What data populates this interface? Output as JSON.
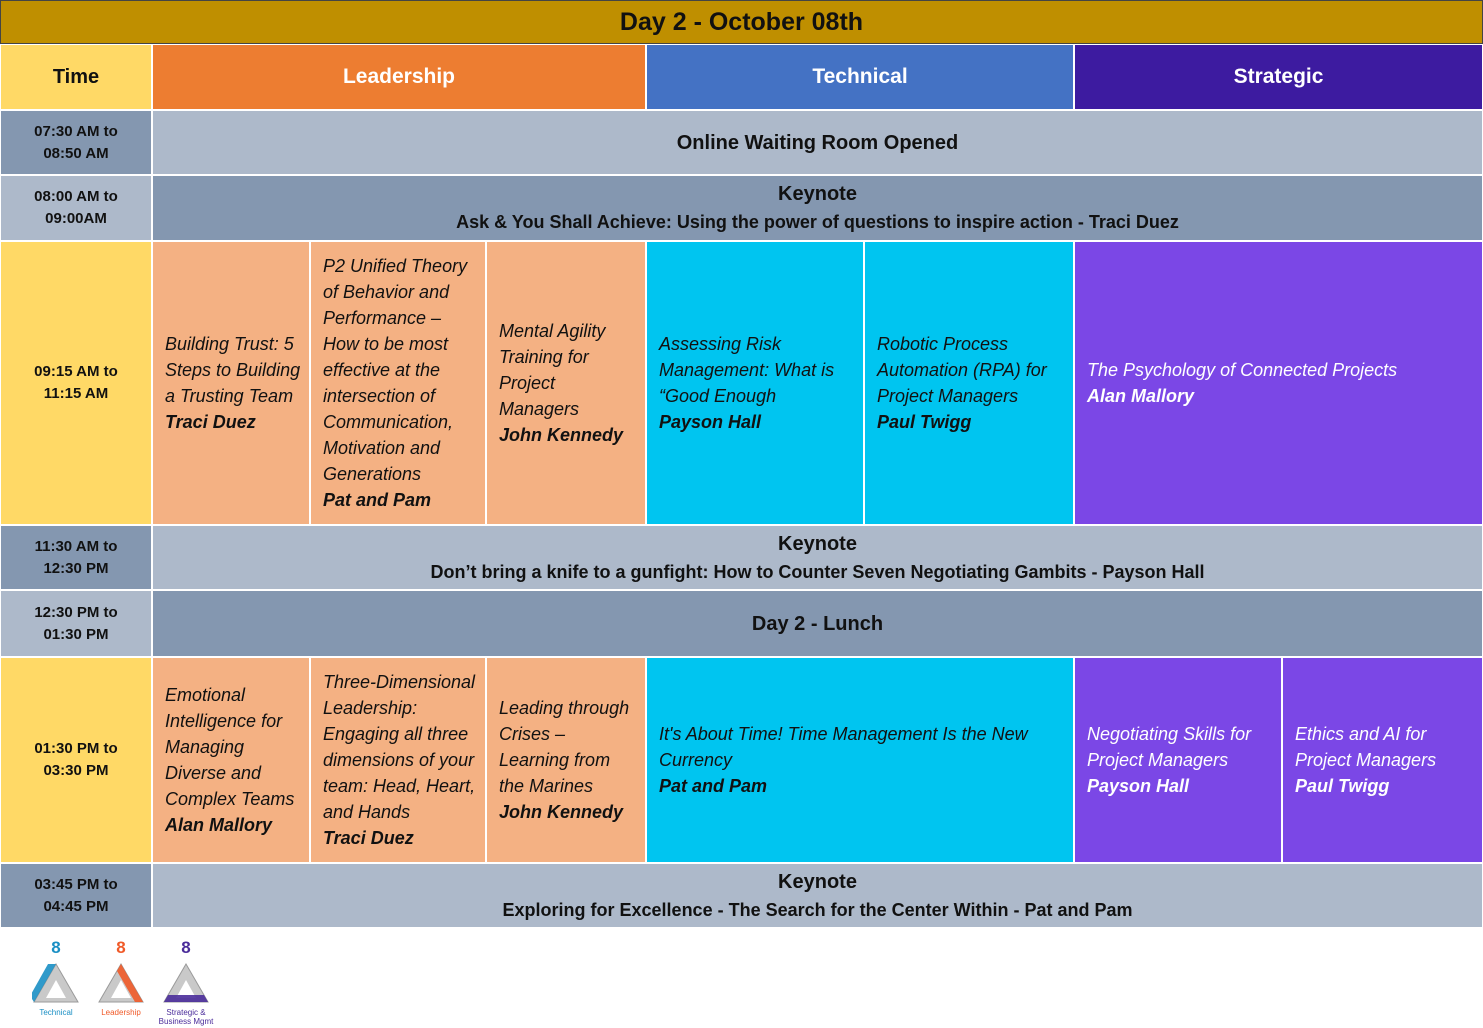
{
  "title": "Day 2 - October 08th",
  "headers": {
    "time": "Time",
    "leadership": "Leadership",
    "technical": "Technical",
    "strategic": "Strategic"
  },
  "rows": {
    "r1": {
      "time_start": "07:30 AM to",
      "time_end": "08:50 AM",
      "title": "Online Waiting Room Opened"
    },
    "r2": {
      "time_start": "08:00 AM to",
      "time_end": "09:00AM",
      "title": "Keynote",
      "subtitle": "Ask & You Shall Achieve: Using the power of questions to inspire action - Traci Duez"
    },
    "r3": {
      "time_start": "09:15 AM to",
      "time_end": "11:15 AM",
      "sessions": [
        {
          "title": "Building Trust: 5 Steps to Building a Trusting Team",
          "speaker": "Traci Duez"
        },
        {
          "title": "P2 Unified Theory of Behavior and Performance – How to be most effective at the intersection of Communication, Motivation and Generations",
          "speaker": "Pat and Pam"
        },
        {
          "title": "Mental Agility Training for Project Managers",
          "speaker": "John Kennedy"
        },
        {
          "title": "Assessing Risk Management: What is “Good Enough",
          "speaker": "Payson Hall"
        },
        {
          "title": "Robotic Process Automation (RPA) for Project Managers",
          "speaker": "Paul Twigg"
        },
        {
          "title": "The Psychology of Connected Projects",
          "speaker": "Alan Mallory"
        }
      ]
    },
    "r4": {
      "time_start": "11:30 AM to",
      "time_end": "12:30 PM",
      "title": "Keynote",
      "subtitle": "Don’t bring a knife to a gunfight: How to Counter Seven Negotiating Gambits - Payson Hall"
    },
    "r5": {
      "time_start": "12:30 PM to",
      "time_end": "01:30 PM",
      "title": "Day 2 - Lunch"
    },
    "r6": {
      "time_start": "01:30 PM to",
      "time_end": "03:30 PM",
      "sessions": [
        {
          "title": "Emotional Intelligence for Managing Diverse and Complex Teams",
          "speaker": "Alan Mallory"
        },
        {
          "title": "Three-Dimensional Leadership: Engaging all three dimensions of your team: Head, Heart, and Hands",
          "speaker": "Traci Duez"
        },
        {
          "title": "Leading through Crises – Learning from the Marines",
          "speaker": "John Kennedy"
        },
        {
          "title": "It's About Time! Time Management Is the New Currency",
          "speaker": "Pat and Pam"
        },
        {
          "title": "Negotiating Skills for Project Managers",
          "speaker": "Payson Hall"
        },
        {
          "title": "Ethics and AI for Project Managers",
          "speaker": "Paul Twigg"
        }
      ]
    },
    "r7": {
      "time_start": "03:45 PM to",
      "time_end": "04:45 PM",
      "title": "Keynote",
      "subtitle": "Exploring for Excellence - The Search for the Center Within - Pat and Pam"
    }
  },
  "logos": [
    {
      "number": "8",
      "label": "Technical",
      "color": "#1a8fc4",
      "icon": "triangle-technical-icon"
    },
    {
      "number": "8",
      "label": "Leadership",
      "color": "#f05a28",
      "icon": "triangle-leadership-icon"
    },
    {
      "number": "8",
      "label": "Strategic & Business Mgmt",
      "color": "#4a2c9a",
      "icon": "triangle-strategic-icon"
    }
  ],
  "colors": {
    "title_bar": "#bf8f00",
    "time_column": "#ffd966",
    "leadership": "#ed7d31",
    "leadership_session": "#f4b183",
    "technical": "#4472c4",
    "technical_session": "#00c5f0",
    "strategic": "#3d1ba0",
    "strategic_session": "#7b47e6",
    "band_light": "#adb9ca",
    "band_dark": "#8497b0"
  }
}
